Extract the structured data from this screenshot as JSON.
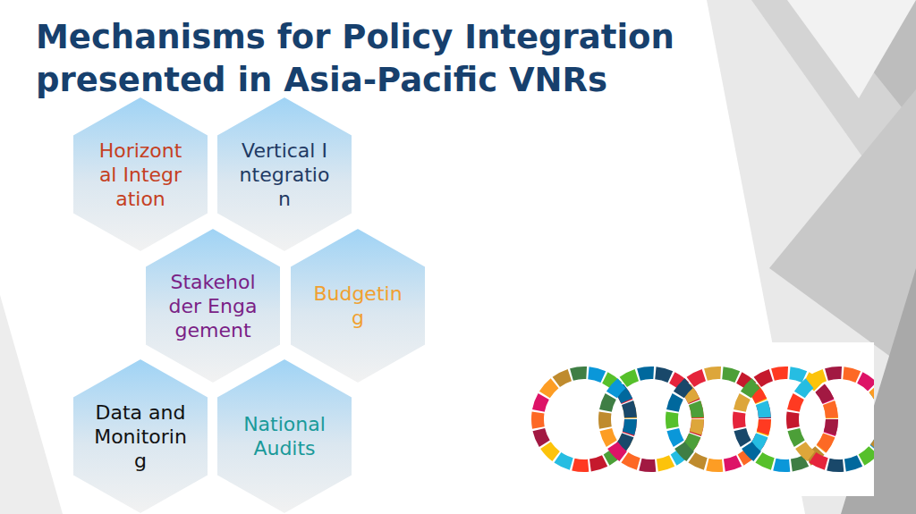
{
  "diagram": {
    "title": "Mechanisms for Policy Integration presented in Asia-Pacific VNRs",
    "nodes": [
      {
        "text": [
          "Horizontal Integration"
        ]
      },
      {
        "text": [
          "Vertical Integration"
        ]
      },
      {
        "text": [
          "Stakeholder Engagement"
        ]
      },
      {
        "text": [
          "Budgeting"
        ]
      },
      {
        "text": [
          "Data and Monitoring"
        ]
      },
      {
        "text": [
          "National Audits"
        ]
      }
    ]
  }
}
